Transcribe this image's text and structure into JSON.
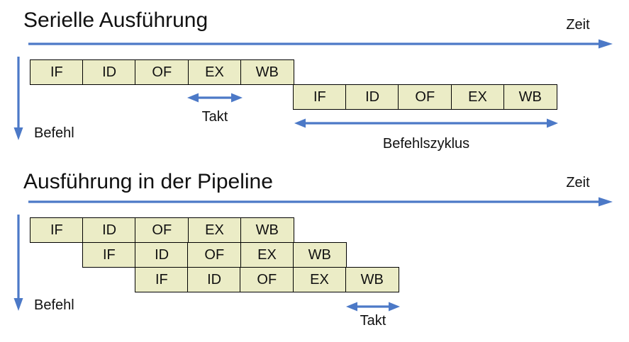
{
  "slide": {
    "colors": {
      "arrow": "#4C79C7",
      "box_fill": "#EBECC6",
      "box_border": "#000000",
      "text": "#111111"
    },
    "sections": [
      {
        "id": "serial",
        "title": "Serielle Ausführung",
        "axis_label": "Zeit",
        "y_axis_label": "Befehl",
        "stages": [
          "IF",
          "ID",
          "OF",
          "EX",
          "WB"
        ],
        "instruction_rows": 2,
        "annotations": {
          "clock": "Takt",
          "cycle": "Befehlszyklus"
        }
      },
      {
        "id": "pipeline",
        "title": "Ausführung in der Pipeline",
        "axis_label": "Zeit",
        "y_axis_label": "Befehl",
        "stages": [
          "IF",
          "ID",
          "OF",
          "EX",
          "WB"
        ],
        "instruction_rows": 3,
        "annotations": {
          "clock": "Takt"
        }
      }
    ]
  }
}
